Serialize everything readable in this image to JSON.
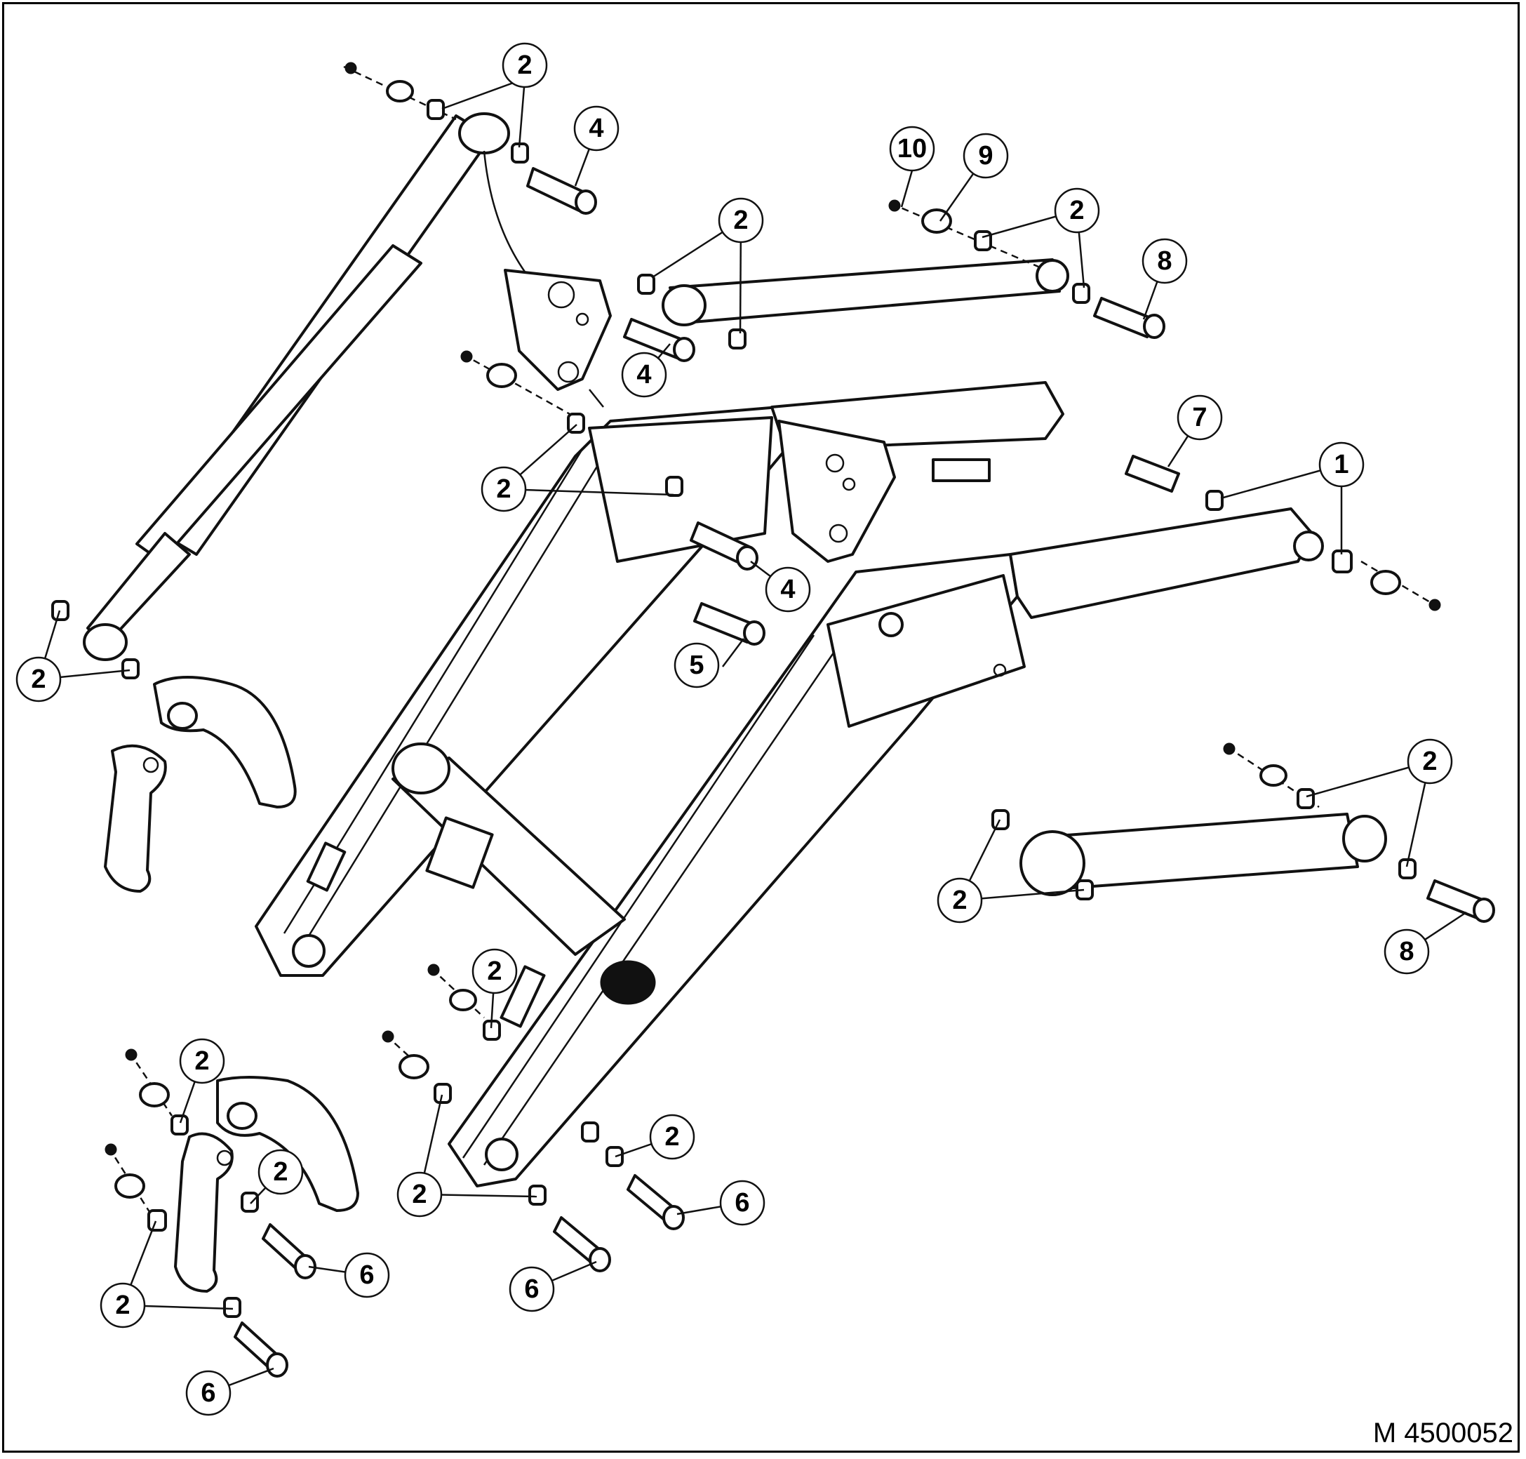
{
  "figure": {
    "reference_code": "M 4500052",
    "callouts": [
      {
        "label": "2"
      },
      {
        "label": "4"
      },
      {
        "label": "10"
      },
      {
        "label": "9"
      },
      {
        "label": "2"
      },
      {
        "label": "8"
      },
      {
        "label": "2"
      },
      {
        "label": "4"
      },
      {
        "label": "7"
      },
      {
        "label": "1"
      },
      {
        "label": "2"
      },
      {
        "label": "4"
      },
      {
        "label": "5"
      },
      {
        "label": "2"
      },
      {
        "label": "2"
      },
      {
        "label": "2"
      },
      {
        "label": "8"
      },
      {
        "label": "2"
      },
      {
        "label": "2"
      },
      {
        "label": "2"
      },
      {
        "label": "2"
      },
      {
        "label": "6"
      },
      {
        "label": "6"
      },
      {
        "label": "2"
      },
      {
        "label": "6"
      },
      {
        "label": "2"
      },
      {
        "label": "6"
      }
    ]
  }
}
